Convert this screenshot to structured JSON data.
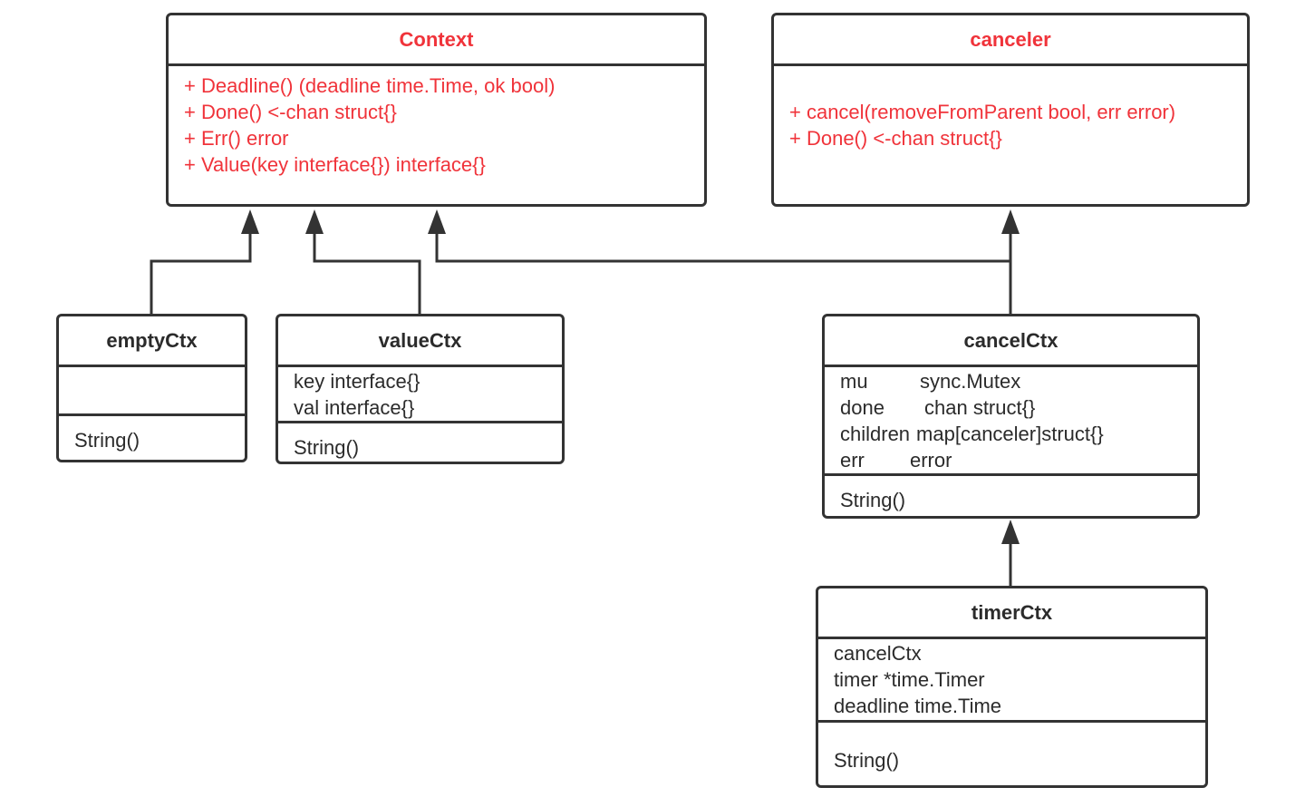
{
  "colors": {
    "interface_text": "#f0333a",
    "line": "#333333"
  },
  "context": {
    "name": "Context",
    "methods": [
      "+ Deadline() (deadline time.Time, ok bool)",
      "+ Done() <-chan struct{}",
      "+ Err() error",
      "+ Value(key interface{}) interface{}"
    ]
  },
  "canceler": {
    "name": "canceler",
    "methods": [
      "+ cancel(removeFromParent bool, err error)",
      "+ Done() <-chan struct{}"
    ]
  },
  "emptyCtx": {
    "name": "emptyCtx",
    "methods": [
      "String()"
    ]
  },
  "valueCtx": {
    "name": "valueCtx",
    "fields": [
      "key interface{}",
      "val interface{}"
    ],
    "methods": [
      "String()"
    ]
  },
  "cancelCtx": {
    "name": "cancelCtx",
    "fields": [
      {
        "name": "mu",
        "type": "sync.Mutex"
      },
      {
        "name": "done",
        "type": "chan struct{}"
      },
      {
        "name": "children",
        "type": "map[canceler]struct{}"
      },
      {
        "name": "err",
        "type": "error"
      }
    ],
    "methods": [
      "String()"
    ]
  },
  "timerCtx": {
    "name": "timerCtx",
    "fields": [
      "cancelCtx",
      "timer *time.Timer",
      "deadline time.Time"
    ],
    "methods": [
      "String()"
    ]
  }
}
